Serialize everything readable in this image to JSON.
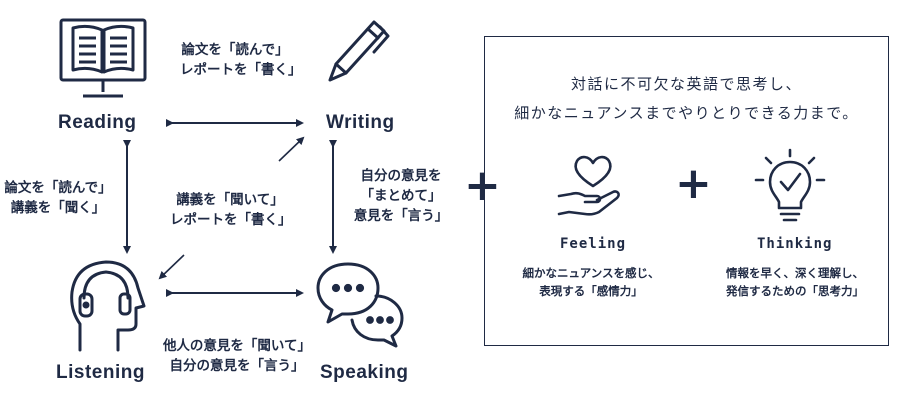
{
  "skills": {
    "reading": "Reading",
    "writing": "Writing",
    "listening": "Listening",
    "speaking": "Speaking"
  },
  "links": {
    "reading_writing": [
      "論文を「読んで」",
      "レポートを「書く」"
    ],
    "reading_listening": [
      "論文を「読んで」",
      "講義を「聞く」"
    ],
    "listening_writing": [
      "講義を「聞いて」",
      "レポートを「書く」"
    ],
    "writing_speaking": [
      "自分の意見を",
      "「まとめて」",
      "意見を「言う」"
    ],
    "listening_speaking": [
      "他人の意見を「聞いて」",
      "自分の意見を「言う」"
    ]
  },
  "panel": {
    "lede": [
      "対話に不可欠な英語で思考し、",
      "細かなニュアンスまでやりとりできる力まで。"
    ],
    "feeling": {
      "title": "Feeling",
      "desc": [
        "細かなニュアンスを感じ、",
        "表現する「感情力」"
      ]
    },
    "thinking": {
      "title": "Thinking",
      "desc": [
        "情報を早く、深く理解し、",
        "発信するための「思考力」"
      ]
    }
  },
  "plus_symbol": "+",
  "colors": {
    "ink": "#1f2a44",
    "background": "#ffffff"
  },
  "icons": [
    "reading-book-monitor-icon",
    "writing-pen-icon",
    "listening-head-headphones-icon",
    "speaking-speech-bubbles-icon",
    "heart-hand-icon",
    "lightbulb-check-icon"
  ]
}
